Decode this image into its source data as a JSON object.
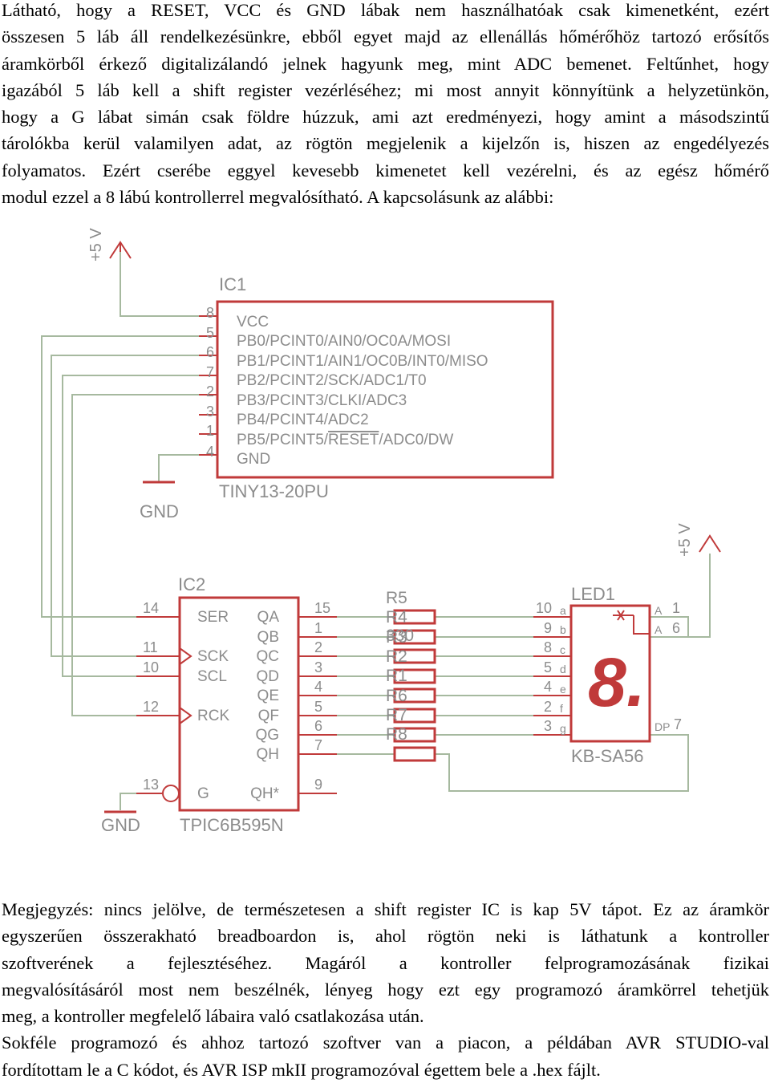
{
  "intro": [
    "Látható, hogy a RESET, VCC és GND lábak nem használhatóak csak kimenetként, ezért",
    "összesen 5 láb áll rendelkezésünkre, ebből egyet majd az ellenállás hőmérőhöz tartozó erősítős",
    "áramkörből érkező digitalizálandó jelnek hagyunk meg, mint ADC bemenet. Feltűnhet, hogy",
    "igazából 5 láb kell a shift register vezérléséhez; mi most annyit könnyítünk a helyzetünkön,",
    "hogy a G lábat simán csak földre húzzuk, ami azt eredményezi, hogy amint a másodszintű",
    "tárolókba kerül valamilyen adat, az rögtön megjelenik a kijelzőn is, hiszen az engedélyezés",
    "folyamatos. Ezért cserébe eggyel kevesebb kimenetet kell vezérelni, és az egész hőmérő",
    "modul ezzel a 8 lábú kontrollerrel megvalósítható. A kapcsolásunk az alábbi:"
  ],
  "schematic": {
    "vcc_label": "+5 V",
    "gnd_label": "GND",
    "ic1": {
      "name": "IC1",
      "part": "TINY13-20PU",
      "pins": [
        {
          "num": "8",
          "label": "VCC"
        },
        {
          "num": "5",
          "label": "PB0/PCINT0/AIN0/OC0A/MOSI"
        },
        {
          "num": "6",
          "label": "PB1/PCINT1/AIN1/OC0B/INT0/MISO"
        },
        {
          "num": "7",
          "label": "PB2/PCINT2/SCK/ADC1/T0"
        },
        {
          "num": "2",
          "label": "PB3/PCINT3/CLKI/ADC3"
        },
        {
          "num": "3",
          "label": "PB4/PCINT4/ADC2"
        },
        {
          "num": "1",
          "label_pre": "PB5/PCINT5/",
          "label_over": "RESET",
          "label_post": "/ADC0/DW"
        },
        {
          "num": "4",
          "label": "GND"
        }
      ]
    },
    "ic2": {
      "name": "IC2",
      "part": "TPIC6B595N",
      "left_pins": [
        {
          "num": "14",
          "label": "SER"
        },
        {
          "num": "11",
          "label": "SCK"
        },
        {
          "num": "10",
          "label": "SCL"
        },
        {
          "num": "12",
          "label": "RCK"
        },
        {
          "num": "13",
          "label": "G"
        }
      ],
      "right_pins": [
        {
          "num": "15",
          "label": "QA"
        },
        {
          "num": "1",
          "label": "QB"
        },
        {
          "num": "2",
          "label": "QC"
        },
        {
          "num": "3",
          "label": "QD"
        },
        {
          "num": "4",
          "label": "QE"
        },
        {
          "num": "5",
          "label": "QF"
        },
        {
          "num": "6",
          "label": "QG"
        },
        {
          "num": "7",
          "label": "QH"
        },
        {
          "num": "9",
          "label": "QH*"
        }
      ]
    },
    "resistors": [
      "R5",
      "R4",
      "330",
      "R3",
      "R2",
      "R1",
      "R6",
      "R7",
      "R8"
    ],
    "led": {
      "name": "LED1",
      "part": "KB-SA56",
      "digit": "8.",
      "left_pins": [
        {
          "num": "10",
          "seg": "a"
        },
        {
          "num": "9",
          "seg": "b"
        },
        {
          "num": "8",
          "seg": "c"
        },
        {
          "num": "5",
          "seg": "d"
        },
        {
          "num": "4",
          "seg": "e"
        },
        {
          "num": "2",
          "seg": "f"
        },
        {
          "num": "3",
          "seg": "g"
        }
      ],
      "right_pins": [
        {
          "num": "1",
          "seg": "A"
        },
        {
          "num": "6",
          "seg": "A"
        },
        {
          "num": "7",
          "seg": "DP"
        }
      ]
    }
  },
  "note": [
    "Megjegyzés: nincs jelölve, de természetesen a shift register IC is kap 5V tápot. Ez az áramkör",
    "egyszerűen összerakható breadboardon is, ahol rögtön neki is láthatunk a kontroller",
    "szoftverének a fejlesztéséhez. Magáról a kontroller felprogramozásának fizikai",
    "megvalósításáról most nem beszélnék, lényeg hogy ezt egy programozó áramkörrel tehetjük",
    "meg, a kontroller megfelelő lábaira való csatlakozása után.",
    "Sokféle programozó és ahhoz tartozó szoftver van a piacon, a példában AVR STUDIO-val",
    "fordítottam le a C kódot, és AVR ISP mkII programozóval égettem bele a .hex fájlt."
  ]
}
